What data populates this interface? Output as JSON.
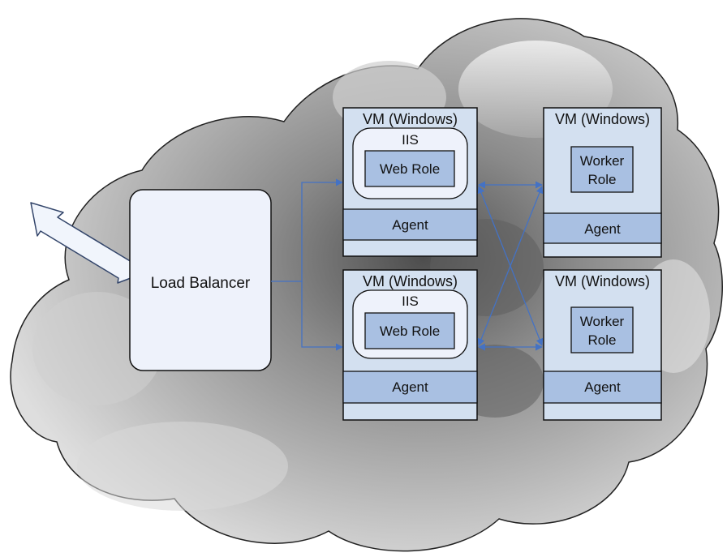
{
  "diagram": {
    "load_balancer": {
      "label": "Load Balancer"
    },
    "vms": [
      {
        "title": "VM (Windows)",
        "host": "IIS",
        "role": "Web Role",
        "agent": "Agent"
      },
      {
        "title": "VM (Windows)",
        "host": "IIS",
        "role": "Web Role",
        "agent": "Agent"
      },
      {
        "title": "VM (Windows)",
        "role_line1": "Worker",
        "role_line2": "Role",
        "agent": "Agent"
      },
      {
        "title": "VM (Windows)",
        "role_line1": "Worker",
        "role_line2": "Role",
        "agent": "Agent"
      }
    ]
  },
  "colors": {
    "vm_fill": "#d3e0f0",
    "role_fill": "#a9c0e2",
    "load_balancer_fill": "#eef2fb",
    "connector": "#4472c4",
    "cloud_light": "#d9d9d9",
    "cloud_dark": "#7c7c7c"
  }
}
